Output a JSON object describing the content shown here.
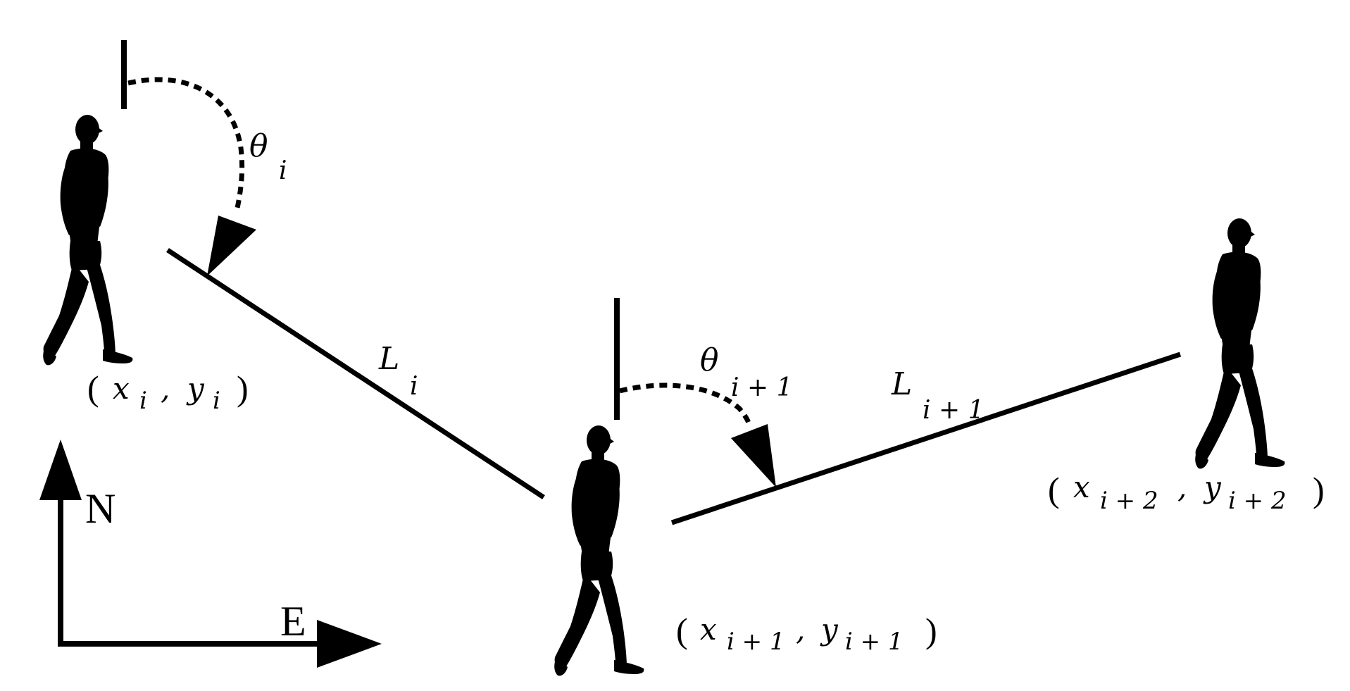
{
  "compass": {
    "north_label": "N",
    "east_label": "E"
  },
  "positions": {
    "p1": {
      "open": "(",
      "x": "x",
      "xsub": "i",
      "comma": ",",
      "y": "y",
      "ysub": "i",
      "close": ")"
    },
    "p2": {
      "open": "(",
      "x": "x",
      "xsub": "i + 1",
      "comma": ",",
      "y": "y",
      "ysub": "i + 1",
      "close": ")"
    },
    "p3": {
      "open": "(",
      "x": "x",
      "xsub": "i + 2",
      "comma": ",",
      "y": "y",
      "ysub": "i + 2",
      "close": ")"
    }
  },
  "headings": {
    "h1": {
      "symbol": "θ",
      "sub": "i"
    },
    "h2": {
      "symbol": "θ",
      "sub": "i + 1"
    }
  },
  "segments": {
    "s1": {
      "symbol": "L",
      "sub": "i"
    },
    "s2": {
      "symbol": "L",
      "sub": "i + 1"
    }
  },
  "colors": {
    "ink": "#000000",
    "background": "#ffffff"
  }
}
